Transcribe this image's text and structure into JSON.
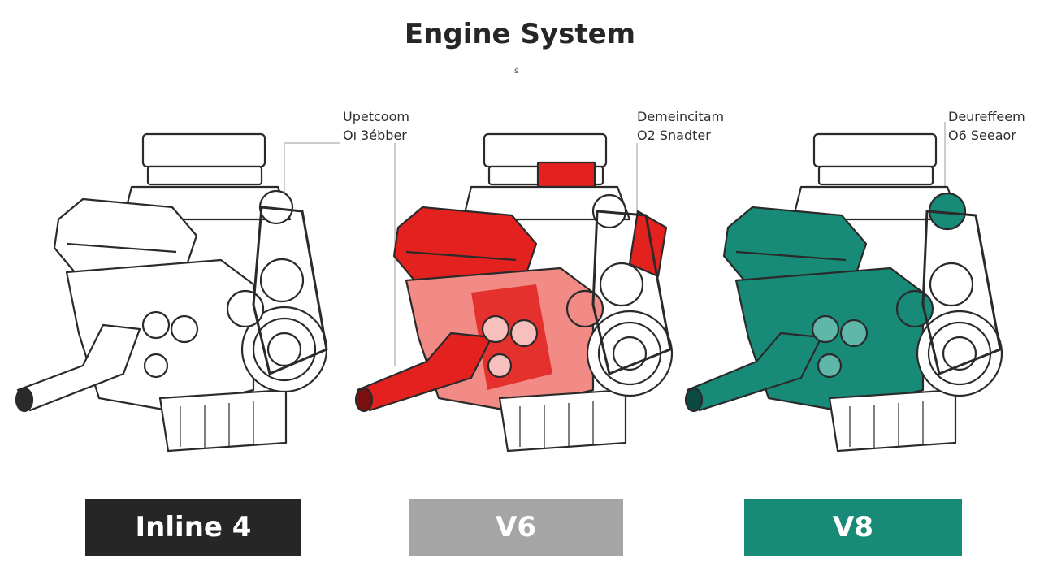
{
  "title": "Engine System",
  "subtitle_mark": "ś",
  "colors": {
    "inline4_accent": "#262626",
    "v6_accent": "#e3211e",
    "v8_accent": "#178a78",
    "v6_label_bg": "#a5a5a5"
  },
  "callouts": [
    {
      "line1": "Upetcoom",
      "line2": "Oı 3ébber"
    },
    {
      "line1": "Demeincitam",
      "line2": "O2 Snadter"
    },
    {
      "line1": "Deureffeem",
      "line2": "O6 Seeaor"
    }
  ],
  "engines": [
    {
      "label": "Inline 4",
      "fill": "#ffffff",
      "icon": "engine-outline-icon"
    },
    {
      "label": "V6",
      "fill": "#e3211e",
      "icon": "engine-red-icon"
    },
    {
      "label": "V8",
      "fill": "#178a78",
      "icon": "engine-teal-icon"
    }
  ]
}
